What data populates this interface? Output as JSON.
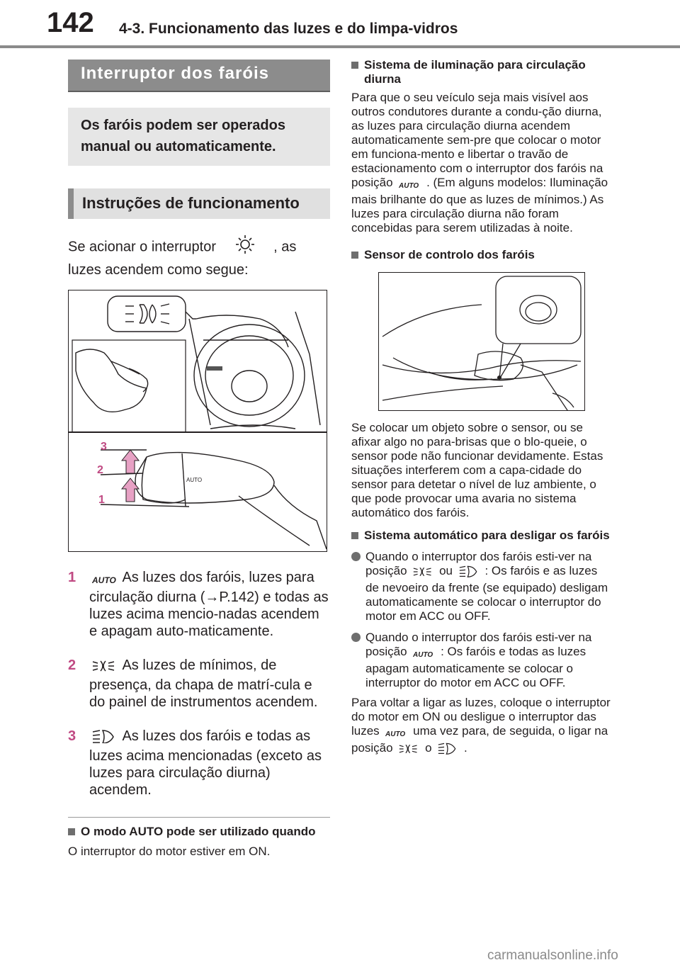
{
  "header": {
    "page_number": "142",
    "chapter_title": "4-3. Funcionamento das luzes e do limpa-vidros"
  },
  "left": {
    "section_title": "Interruptor dos faróis",
    "intro": "Os faróis podem ser operados manual ou automaticamente.",
    "subsection_title": "Instruções de funcionamento",
    "para_a": "Se acionar o interruptor",
    "para_b": ", as luzes acendem como segue:",
    "figure_labels": [
      "3",
      "2",
      "1"
    ],
    "steps": [
      {
        "num": "1",
        "text": "As luzes dos faróis, luzes para circulação diurna (→P.142) e todas as luzes acima mencio-nadas acendem e apagam auto-maticamente."
      },
      {
        "num": "2",
        "text": "As luzes de mínimos, de presença, da chapa de matrí-cula e do painel de instrumentos acendem."
      },
      {
        "num": "3",
        "text": "As luzes dos faróis e todas as luzes acima mencionadas (exceto as luzes para circulação diurna) acendem."
      }
    ],
    "note_title": "O modo AUTO pode ser utilizado quando",
    "note_text": "O interruptor do motor estiver em ON."
  },
  "right": {
    "drl_title": "Sistema de iluminação para circulação diurna",
    "drl_text_a": "Para que o seu veículo seja mais visível aos outros condutores durante a condu-ção diurna, as luzes para circulação diurna acendem automaticamente sem-pre que colocar o motor em funciona-mento e libertar o travão de estacionamento com o interruptor dos faróis na posição",
    "drl_text_b": ". (Em alguns modelos: Iluminação mais brilhante do que as luzes de mínimos.) As luzes para circulação diurna não foram concebidas para serem utilizadas à noite.",
    "sensor_title": "Sensor de controlo dos faróis",
    "sensor_text": "Se colocar um objeto sobre o sensor, ou se afixar algo no para-brisas que o blo-queie, o sensor pode não funcionar devidamente. Estas situações interferem com a capa-cidade do sensor para detetar o nível de luz ambiente, o que pode provocar uma avaria no sistema automático dos faróis.",
    "auto_off_title": "Sistema automático para desligar os faróis",
    "bullet1_a": "Quando o interruptor dos faróis esti-ver na posição",
    "bullet1_or": "ou",
    "bullet1_b": ": Os faróis e as luzes de nevoeiro da frente (se equipado) desligam automaticamente se colocar o interruptor do motor em ACC ou OFF.",
    "bullet2_a": "Quando o interruptor dos faróis esti-ver na posição",
    "bullet2_b": ": Os faróis e todas as luzes apagam automaticamente se colocar o interruptor do motor em ACC ou OFF.",
    "final_a": "Para voltar a ligar as luzes, coloque o interruptor do motor em ON ou desligue o interruptor das luzes",
    "final_b": "uma vez para, de seguida, o ligar na posição",
    "final_c": "o",
    "final_d": "."
  },
  "icons": {
    "auto": "AUTO",
    "switch": "light-switch-icon",
    "parking": "parking-lights-icon",
    "headlight": "headlight-icon"
  },
  "watermark": "carmanualsonline.info",
  "colors": {
    "accent": "#c04a83",
    "bar": "#8c8c8c",
    "box": "#e6e6e6"
  }
}
